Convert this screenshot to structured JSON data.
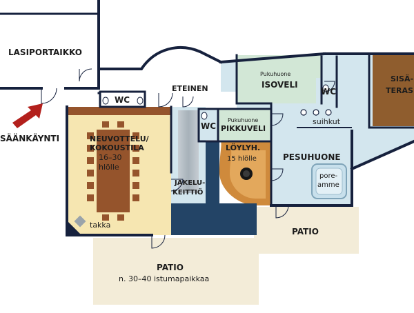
{
  "colors": {
    "wall": "#16213d",
    "patio": "#f3ecd8",
    "meeting": "#f6e6b1",
    "table": "#95542c",
    "wet": "#d3e6ee",
    "green": "#d2e7d6",
    "sauna": "#cf8a3c",
    "sauna_dark": "#234466",
    "teras": "#8f5d2e",
    "kitchen": "#b9c2c8",
    "arrow": "#b3201c"
  },
  "rooms": {
    "lasiportaikko": "LASIPORTAIKKO",
    "eteinen": "ETEINEN",
    "wc": "WC",
    "pukuhuone_iso_small": "Pukuhuone",
    "pukuhuone_iso_big": "ISOVELI",
    "pukuhuone_pikku_small": "Pukuhuone",
    "pukuhuone_pikku_big": "PIKKUVELI",
    "suihkut": "suihkut",
    "sisateras_1": "SISÄ-",
    "sisateras_2": "TERAS",
    "entrance": "SÄÄNKÄYNTI",
    "meeting_1": "NEUVOTTELU/",
    "meeting_2": "KOKOUSTILA",
    "meeting_3": "16–30",
    "meeting_4": "hlölle",
    "kitchen_1": "JAKELU-",
    "kitchen_2": "KEITTIÖ",
    "sauna_1": "LÖYLYH.",
    "sauna_2": "15 hlölle",
    "pesuhuone": "PESUHUONE",
    "pool_1": "pore-",
    "pool_2": "amme",
    "takka": "takka",
    "patio_right": "PATIO",
    "patio_main": "PATIO",
    "patio_seats": "n. 30–40 istumapaikkaa"
  }
}
